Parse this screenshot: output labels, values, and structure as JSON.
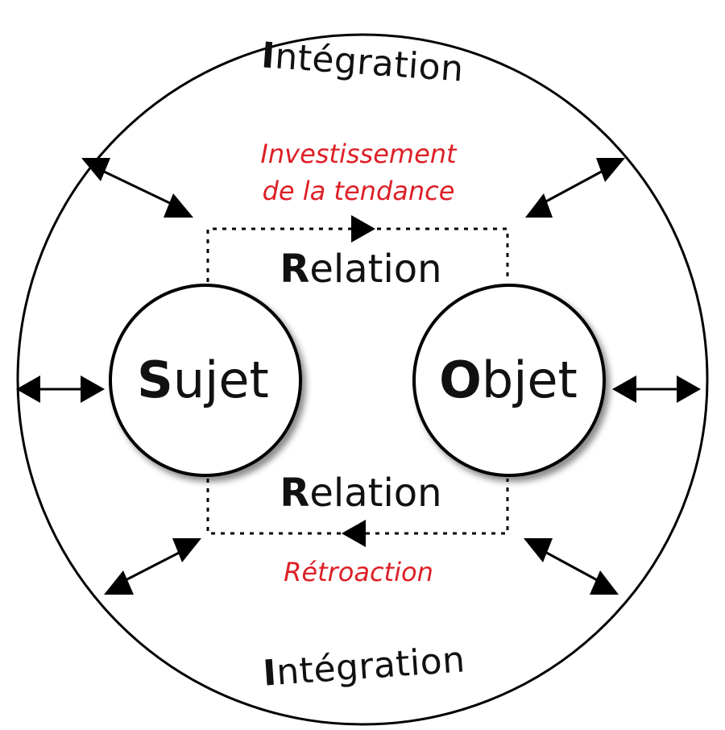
{
  "colors": {
    "line": "#000000",
    "text": "#111111",
    "accent": "#dd1f26"
  },
  "labels": {
    "integration_top": {
      "initial": "I",
      "rest": "ntégration"
    },
    "integration_bottom": {
      "initial": "I",
      "rest": "ntégration"
    },
    "relation_top": {
      "initial": "R",
      "rest": "elation"
    },
    "relation_bottom": {
      "initial": "R",
      "rest": "elation"
    },
    "sujet": {
      "initial": "S",
      "rest": "ujet"
    },
    "objet": {
      "initial": "O",
      "rest": "bjet"
    },
    "investissement_line1": "Investissement",
    "investissement_line2": "de la tendance",
    "retroaction": "Rétroaction"
  }
}
